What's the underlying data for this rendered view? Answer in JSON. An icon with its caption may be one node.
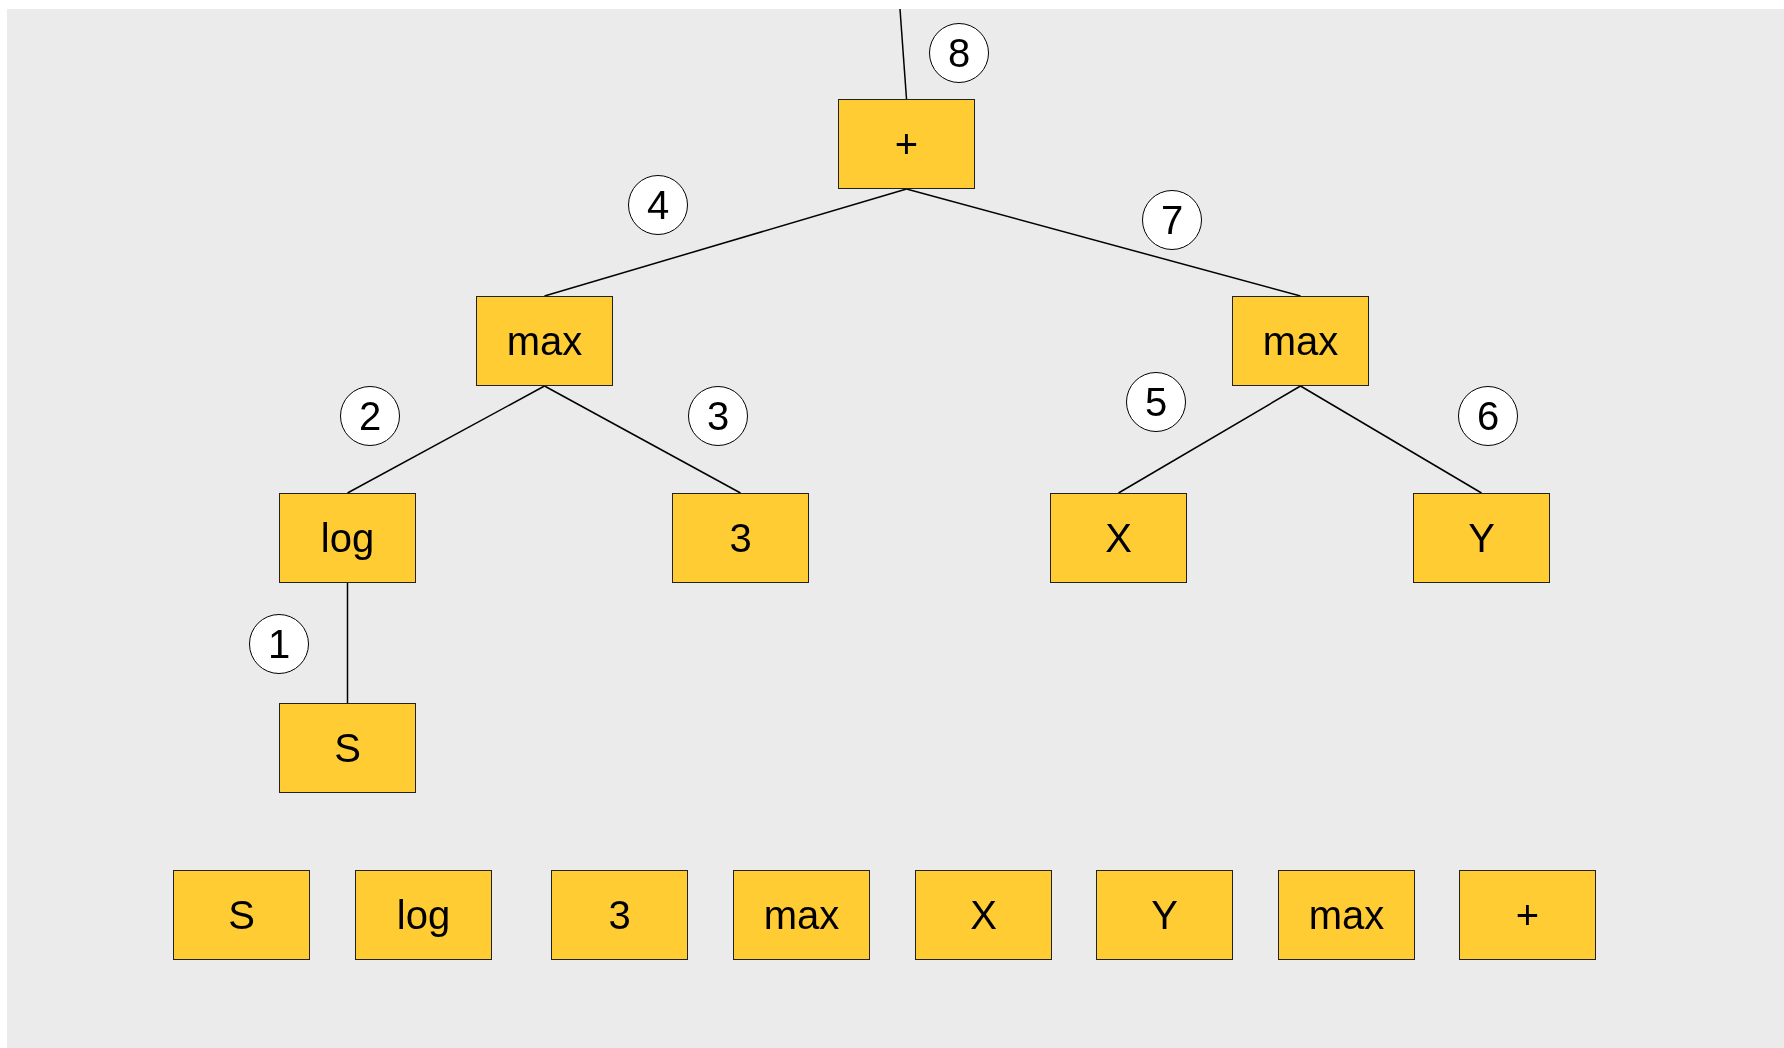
{
  "diagram": {
    "nodes": [
      {
        "text": [
          "8"
        ]
      },
      {
        "text": [
          "+"
        ]
      },
      {
        "text": [
          "4"
        ]
      },
      {
        "text": [
          "7"
        ]
      },
      {
        "text": [
          "max"
        ]
      },
      {
        "text": [
          "max"
        ]
      },
      {
        "text": [
          "2"
        ]
      },
      {
        "text": [
          "3"
        ]
      },
      {
        "text": [
          "5"
        ]
      },
      {
        "text": [
          "6"
        ]
      },
      {
        "text": [
          "log"
        ]
      },
      {
        "text": [
          "3"
        ]
      },
      {
        "text": [
          "X"
        ]
      },
      {
        "text": [
          "Y"
        ]
      },
      {
        "text": [
          "1"
        ]
      },
      {
        "text": [
          "S"
        ]
      },
      {
        "text": [
          "S"
        ]
      },
      {
        "text": [
          "log"
        ]
      },
      {
        "text": [
          "3"
        ]
      },
      {
        "text": [
          "max"
        ]
      },
      {
        "text": [
          "X"
        ]
      },
      {
        "text": [
          "Y"
        ]
      },
      {
        "text": [
          "max"
        ]
      },
      {
        "text": [
          "+"
        ]
      }
    ],
    "edges": [
      {
        "from": null,
        "to": 1,
        "arrow": "none"
      },
      {
        "from": 1,
        "to": 4,
        "arrow": "none"
      },
      {
        "from": 1,
        "to": 5,
        "arrow": "none"
      },
      {
        "from": 4,
        "to": 10,
        "arrow": "none"
      },
      {
        "from": 4,
        "to": 11,
        "arrow": "none"
      },
      {
        "from": 5,
        "to": 12,
        "arrow": "none"
      },
      {
        "from": 5,
        "to": 13,
        "arrow": "none"
      },
      {
        "from": 10,
        "to": 15,
        "arrow": "none"
      }
    ]
  }
}
